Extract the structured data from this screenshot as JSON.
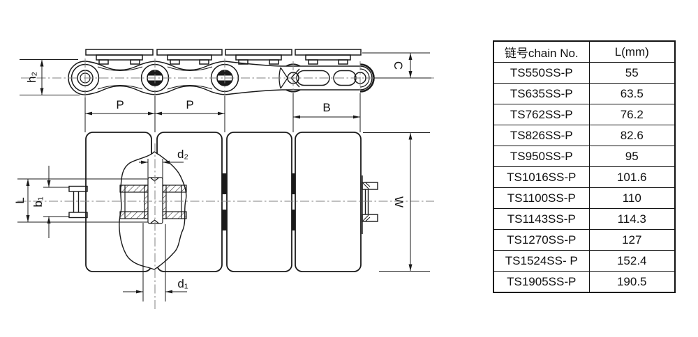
{
  "colors": {
    "ink": "#1a1a1a",
    "centerline": "#808080",
    "background": "#ffffff"
  },
  "diagram": {
    "labels": {
      "h2": "h₂",
      "p_left": "P",
      "p_right": "P",
      "b": "B",
      "c": "C",
      "d2": "d₂",
      "d1": "d₁",
      "l": "L",
      "b1": "b₁",
      "w": "W"
    }
  },
  "table": {
    "headers": [
      "链号chain No.",
      "L(mm)"
    ],
    "rows": [
      [
        "TS550SS-P",
        "55"
      ],
      [
        "TS635SS-P",
        "63.5"
      ],
      [
        "TS762SS-P",
        "76.2"
      ],
      [
        "TS826SS-P",
        "82.6"
      ],
      [
        "TS950SS-P",
        "95"
      ],
      [
        "TS1016SS-P",
        "101.6"
      ],
      [
        "TS1100SS-P",
        "110"
      ],
      [
        "TS1143SS-P",
        "114.3"
      ],
      [
        "TS1270SS-P",
        "127"
      ],
      [
        "TS1524SS- P",
        "152.4"
      ],
      [
        "TS1905SS-P",
        "190.5"
      ]
    ]
  }
}
